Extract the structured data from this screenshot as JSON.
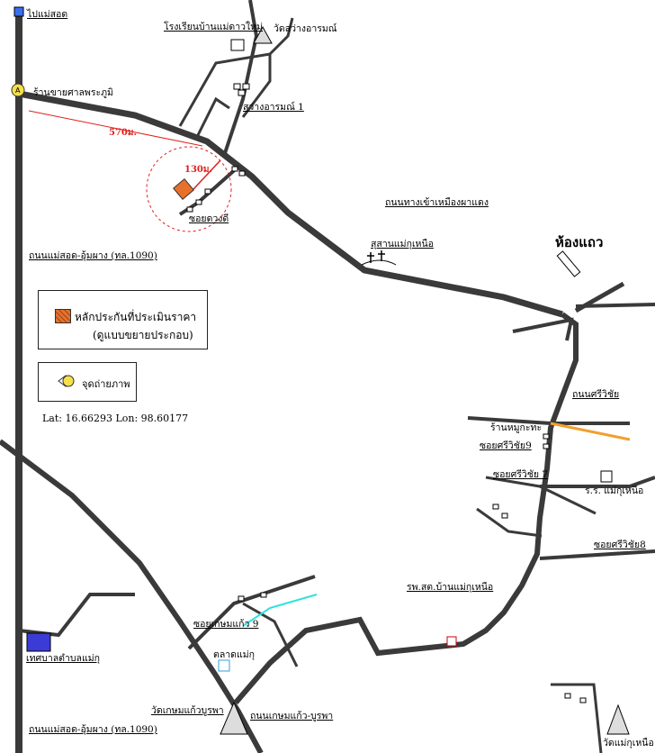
{
  "labels": {
    "top_left": "ไปแม่สอด",
    "school": "โรงเรียนบ้านแม่ดาวใหม่",
    "temple_top": "วัดสว่างอารมณ์",
    "shop_sala": "ร้านขายศาลพระภูมิ",
    "soi_sawang": "สว่างอารมณ์ 1",
    "dist_570": "570ม.",
    "dist_130": "130ม.",
    "soi_duangdee": "ซอยดวงดี",
    "road_to_pha_daeng": "ถนนทางเข้าเหมืองผาแดง",
    "cemetery": "สุสานแม่กุเหนือ",
    "hong_taew": "ห้องแถว",
    "road_maesot_umphang_1": "ถนนแม่สอด-อุ้มผาง (ทล.1090)",
    "road_sriwichai": "ถนนศรีวิชัย",
    "shop_nong_kapra": "ร้านหมูกะทะ",
    "soi_sriwichai_9": "ซอยศรีวิชัย9",
    "soi_sriwichai_7": "ซอยศรีวิชัย 7",
    "school_maeku_nuea": "ร.ร. แม่กุเหนือ",
    "soi_sriwichai_8": "ซอยศรีวิชัย8",
    "hospital": "รพ.สต.บ้านแม่กุเหนือ",
    "soi_kasemkaew_9": "ซอยเกษมแก้ว 9",
    "market": "ตลาดแม่กุ",
    "municipality": "เทศบาลตำบลแม่กุ",
    "temple_kasem": "วัดเกษมแก้วบูรพา",
    "road_kasem": "ถนนเกษมแก้ว-บูรพา",
    "road_maesot_umphang_2": "ถนนแม่สอด-อุ้มผาง (ทล.1090)",
    "temple_maeku_nuea": "วัดแม่กุเหนือ"
  },
  "legend": {
    "collateral_line1": "หลักประกันที่ประเมินราคา",
    "collateral_line2": "(ดูแบบขยายประกอบ)",
    "photo_point": "จุดถ่ายภาพ",
    "photo_marker": "A"
  },
  "coordinates": "Lat: 16.66293   Lon: 98.60177",
  "colors": {
    "road": "#3a3a3a",
    "highlight_road": "#f0a030",
    "cyan_road": "#30e0e0",
    "distance": "#e02020",
    "collateral": "#e8702a",
    "marker_yellow": "#f5e04a"
  }
}
